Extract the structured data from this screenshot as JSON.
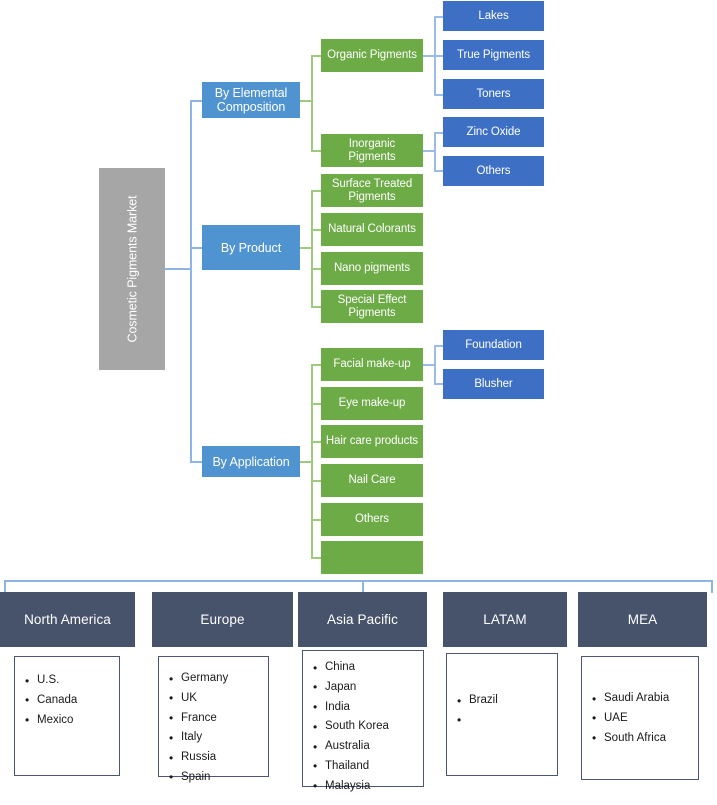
{
  "title": "Cosmetic Pigments Market Segmentation",
  "root": {
    "label": "Cosmetic Pigments Market",
    "color": "#a6a6a6"
  },
  "colors": {
    "level1": "#4f93d1",
    "level2": "#6cab45",
    "level3": "#3d70c4",
    "region_header": "#46536b",
    "connector_blue": "#8db4e2",
    "connector_green": "#9fc97e"
  },
  "branches": [
    {
      "label": "By Elemental Composition",
      "children": [
        {
          "label": "Organic Pigments",
          "children": [
            {
              "label": "Lakes"
            },
            {
              "label": "True Pigments"
            },
            {
              "label": "Toners"
            }
          ]
        },
        {
          "label": "Inorganic Pigments",
          "children": [
            {
              "label": "Zinc Oxide"
            },
            {
              "label": "Others"
            }
          ]
        }
      ]
    },
    {
      "label": "By Product",
      "children": [
        {
          "label": "Surface Treated Pigments",
          "children": []
        },
        {
          "label": "Natural Colorants",
          "children": []
        },
        {
          "label": "Nano pigments",
          "children": []
        },
        {
          "label": "Special Effect Pigments",
          "children": []
        }
      ]
    },
    {
      "label": "By Application",
      "children": [
        {
          "label": "Facial make-up",
          "children": [
            {
              "label": "Foundation"
            },
            {
              "label": "Blusher"
            }
          ]
        },
        {
          "label": "Eye make-up",
          "children": []
        },
        {
          "label": "Hair care products",
          "children": []
        },
        {
          "label": "Nail Care",
          "children": []
        },
        {
          "label": "Others",
          "children": []
        },
        {
          "label": "",
          "children": []
        }
      ]
    }
  ],
  "regions": [
    {
      "name": "North America",
      "countries": [
        "U.S.",
        "Canada",
        "Mexico"
      ]
    },
    {
      "name": "Europe",
      "countries": [
        "Germany",
        "UK",
        "France",
        "Italy",
        "Russia",
        "Spain"
      ]
    },
    {
      "name": "Asia Pacific",
      "countries": [
        "China",
        "Japan",
        "India",
        "South Korea",
        "Australia",
        "Thailand",
        "Malaysia"
      ]
    },
    {
      "name": "LATAM",
      "countries": [
        "Brazil",
        ""
      ]
    },
    {
      "name": "MEA",
      "countries": [
        "Saudi Arabia",
        "UAE",
        "South Africa"
      ]
    }
  ]
}
